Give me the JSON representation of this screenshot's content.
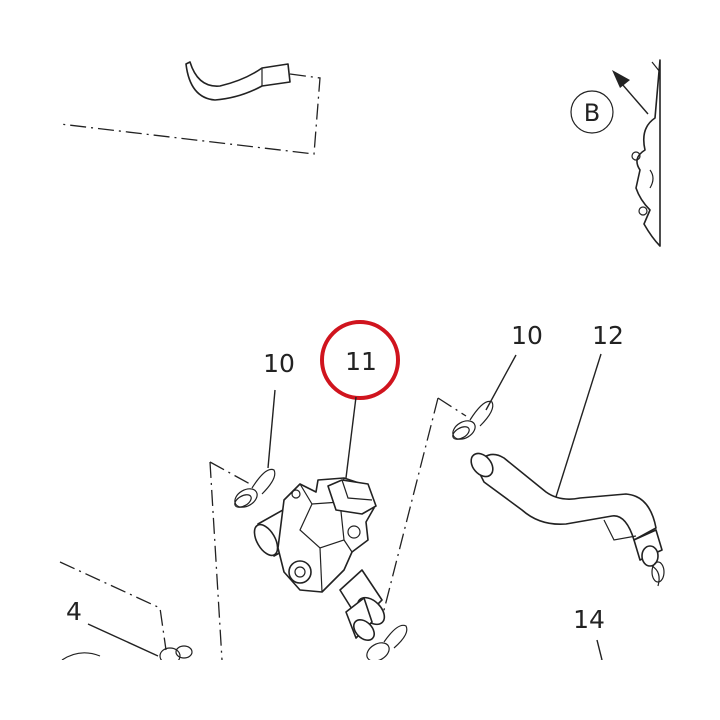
{
  "callouts": {
    "clip_left": "10",
    "valve": "11",
    "clip_right": "10",
    "hose": "12",
    "clamp_lower_left": "4",
    "part_14": "14",
    "view_ref": "B"
  },
  "colors": {
    "highlight": "#d0141e",
    "line": "#222222",
    "background": "#ffffff"
  },
  "icons": {
    "view_arrow": "arrow-up-left-icon"
  }
}
